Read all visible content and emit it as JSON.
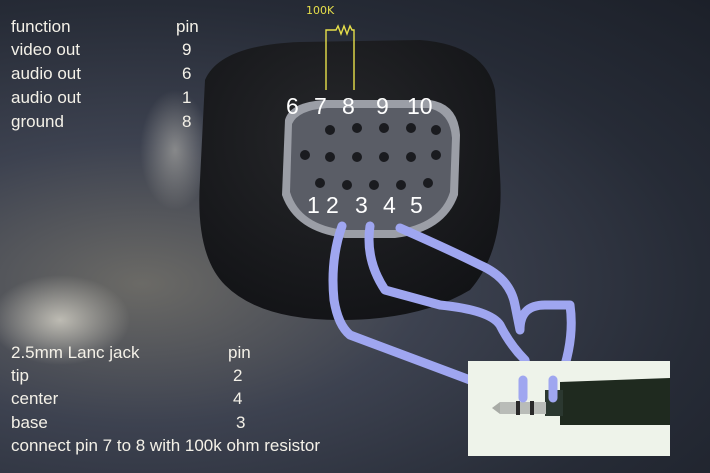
{
  "pin_table": {
    "header_function": "function",
    "header_pin": "pin",
    "rows": [
      {
        "function": "video out",
        "pin": "9"
      },
      {
        "function": "audio out",
        "pin": "6"
      },
      {
        "function": "audio out",
        "pin": "1"
      },
      {
        "function": "ground",
        "pin": "8"
      }
    ]
  },
  "connector_pins": {
    "top": [
      "6",
      "7",
      "8",
      "9",
      "10"
    ],
    "bottom": [
      "1",
      "2",
      "3",
      "4",
      "5"
    ]
  },
  "resistor_note": "100K",
  "lanc_table": {
    "header_function": "2.5mm Lanc jack",
    "header_pin": "pin",
    "rows": [
      {
        "function": "tip",
        "pin": "2"
      },
      {
        "function": "center",
        "pin": "4"
      },
      {
        "function": "base",
        "pin": "3"
      }
    ],
    "footer": "connect pin 7 to 8 with 100k ohm resistor"
  },
  "colors": {
    "wire": "#9fa6f0",
    "handnote": "#e6df4a"
  }
}
